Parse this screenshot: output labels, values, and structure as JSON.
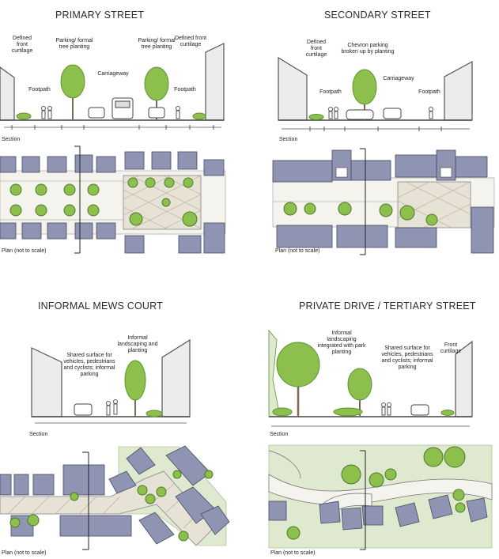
{
  "colors": {
    "building": "#8f94b3",
    "building_edge": "#474a61",
    "sky_fill": "#ececef",
    "tree": "#8cbf4c",
    "tree_dark": "#5e9331",
    "paving": "#e7e2d6",
    "hatch": "#b7ab97",
    "grass": "#dfe9cf",
    "road": "#f5f3ee"
  },
  "panels": {
    "primary": {
      "title": "PRIMARY STREET",
      "section_label": "Section",
      "plan_label": "Plan (not to scale)",
      "labels": {
        "front_left": "Defined front curtilage",
        "parking_left": "Parking/ formal tree planting",
        "parking_right": "Parking/ formal tree planting",
        "front_right": "Defined front curtilage",
        "footpath_left": "Footpath",
        "carriageway": "Carriageway",
        "footpath_right": "Footpath"
      }
    },
    "secondary": {
      "title": "SECONDARY STREET",
      "section_label": "Section",
      "plan_label": "Plan (not to scale)",
      "labels": {
        "front": "Defined front curtilage",
        "chevron": "Chevron parking broken up by planting",
        "carriageway": "Carriageway",
        "footpath_left": "Footpath",
        "footpath_right": "Footpath"
      }
    },
    "mews": {
      "title": "INFORMAL MEWS COURT",
      "section_label": "Section",
      "plan_label": "Plan (not to scale)",
      "labels": {
        "shared": "Shared surface for vehicles, pedestrians and cyclists; informal parking",
        "landscaping": "Informal landscaping and planting"
      }
    },
    "private": {
      "title": "PRIVATE DRIVE / TERTIARY STREET",
      "section_label": "Section",
      "plan_label": "Plan (not to scale)",
      "labels": {
        "landscaping": "Informal landscaping integrated with park planting",
        "shared": "Shared surface for vehicles, pedestrians and cyclists; informal parking",
        "front": "Front curtilage"
      }
    }
  }
}
